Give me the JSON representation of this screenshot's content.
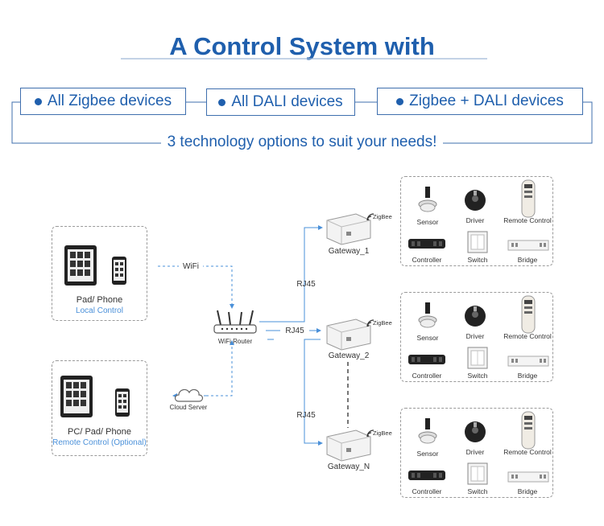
{
  "header": {
    "title": "A Control System with",
    "options": [
      "All Zigbee devices",
      "All DALI devices",
      "Zigbee + DALI devices"
    ],
    "subtitle": "3 technology options to suit your needs!"
  },
  "local_panel": {
    "label": "Pad/ Phone",
    "sublabel": "Local Control"
  },
  "remote_panel": {
    "label": "PC/ Pad/ Phone",
    "sublabel": "Remote Control (Optional)"
  },
  "network": {
    "wifi_label": "WiFi",
    "router_label": "WiFi Router",
    "cloud_label": "Cloud Server",
    "rj45_label": "RJ45"
  },
  "gateways": [
    {
      "name": "Gateway_1",
      "tag": "ZigBee"
    },
    {
      "name": "Gateway_2",
      "tag": "ZigBee"
    },
    {
      "name": "Gateway_N",
      "tag": "ZigBee"
    }
  ],
  "devices": {
    "sensor": "Sensor",
    "driver": "Driver",
    "remote": "Remote Control",
    "controller": "Controller",
    "switch": "Switch",
    "bridge": "Bridge"
  },
  "colors": {
    "accent": "#1f5fad",
    "link": "#4a90d9",
    "frame": "#3f6fae"
  }
}
